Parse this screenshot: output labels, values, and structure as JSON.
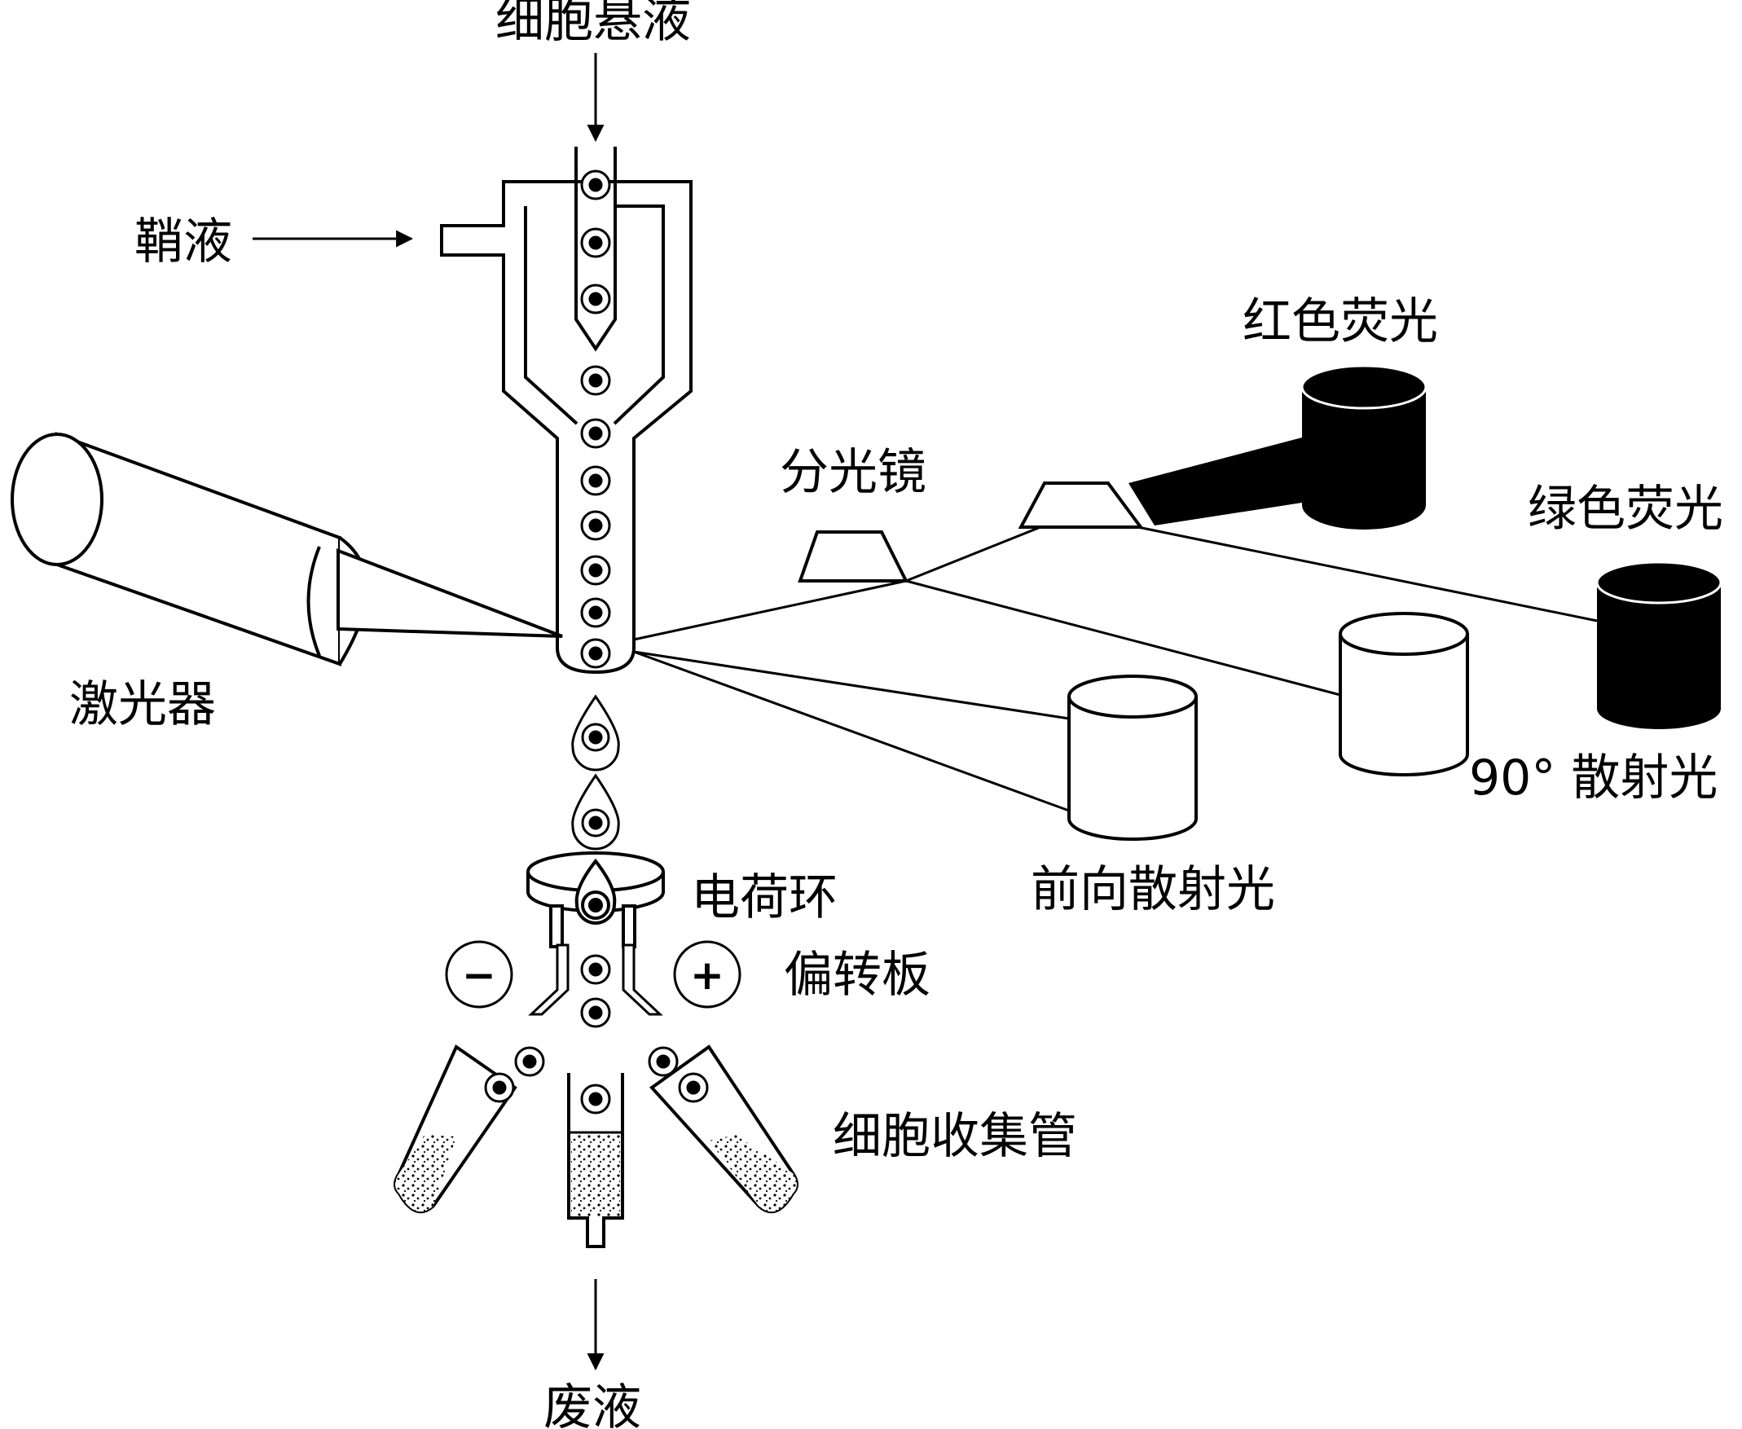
{
  "labels": {
    "cell_suspension": "细胞悬液",
    "sheath_fluid": "鞘液",
    "laser": "激光器",
    "beam_splitter": "分光镜",
    "red_fluorescence": "红色荧光",
    "green_fluorescence": "绿色荧光",
    "side_scatter": "90° 散射光",
    "forward_scatter": "前向散射光",
    "charging_ring": "电荷环",
    "deflection_plates": "偏转板",
    "collection_tubes": "细胞收集管",
    "waste": "废液"
  },
  "plate_symbols": {
    "negative": "−",
    "positive": "+"
  }
}
